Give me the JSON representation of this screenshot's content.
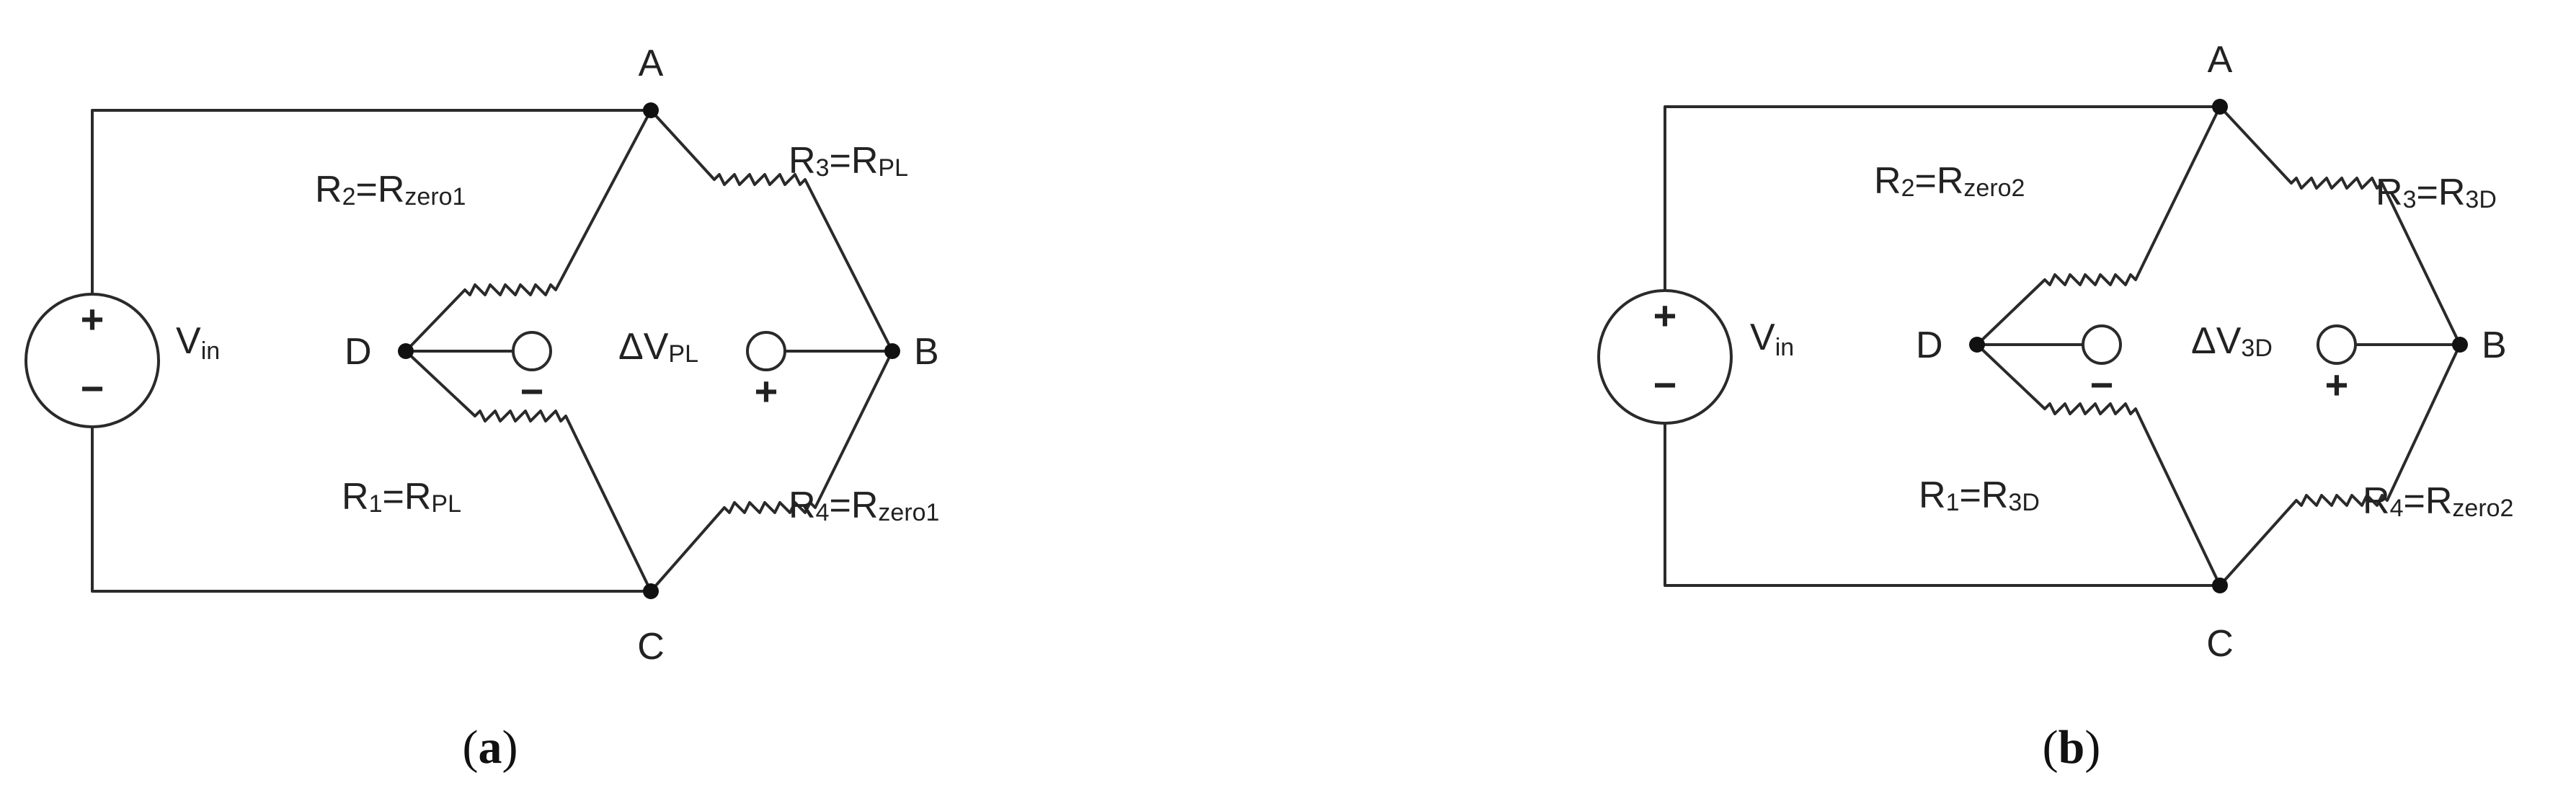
{
  "panels": [
    {
      "caption": "(a)",
      "caption_letter": "a",
      "nodes": {
        "A": "A",
        "B": "B",
        "C": "C",
        "D": "D"
      },
      "source": {
        "name": "V",
        "sub": "in",
        "plus": "+",
        "minus": "−"
      },
      "meter": {
        "name": "ΔV",
        "sub": "PL",
        "plus": "+",
        "minus": "−"
      },
      "resistors": {
        "r2": {
          "name": "R",
          "idx": "2",
          "eq": "=R",
          "val": "zero1"
        },
        "r3": {
          "name": "R",
          "idx": "3",
          "eq": "=R",
          "val": "PL"
        },
        "r1": {
          "name": "R",
          "idx": "1",
          "eq": "=R",
          "val": "PL"
        },
        "r4": {
          "name": "R",
          "idx": "4",
          "eq": "=R",
          "val": "zero1"
        }
      }
    },
    {
      "caption": "(b)",
      "caption_letter": "b",
      "nodes": {
        "A": "A",
        "B": "B",
        "C": "C",
        "D": "D"
      },
      "source": {
        "name": "V",
        "sub": "in",
        "plus": "+",
        "minus": "−"
      },
      "meter": {
        "name": "ΔV",
        "sub": "3D",
        "plus": "+",
        "minus": "−"
      },
      "resistors": {
        "r2": {
          "name": "R",
          "idx": "2",
          "eq": "=R",
          "val": "zero2"
        },
        "r3": {
          "name": "R",
          "idx": "3",
          "eq": "=R",
          "val": "3D"
        },
        "r1": {
          "name": "R",
          "idx": "1",
          "eq": "=R",
          "val": "3D"
        },
        "r4": {
          "name": "R",
          "idx": "4",
          "eq": "=R",
          "val": "zero2"
        }
      }
    }
  ]
}
